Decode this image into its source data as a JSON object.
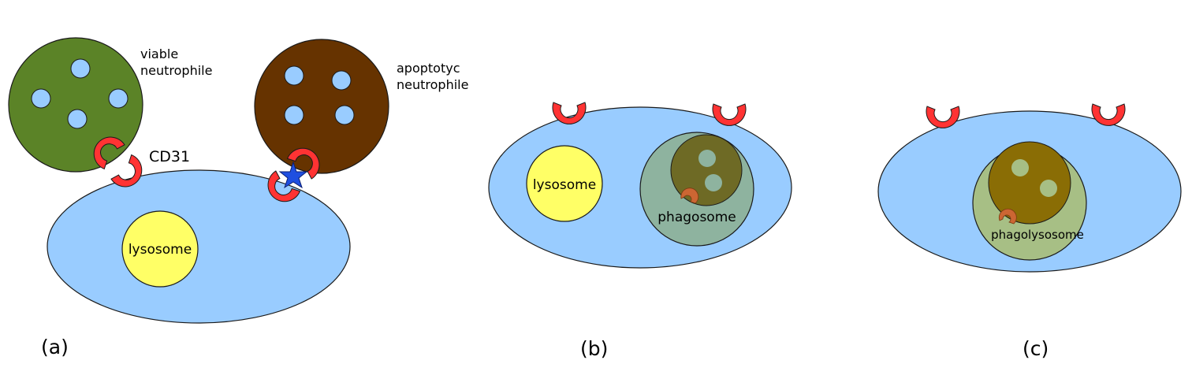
{
  "panels": {
    "a": {
      "letter": "(a)",
      "viable_line1": "viable",
      "viable_line2": "neutrophile",
      "apoptotic_line1": "apoptotyc",
      "apoptotic_line2": "neutrophile",
      "receptor_label": "CD31",
      "lysosome_label": "lysosome"
    },
    "b": {
      "letter": "(b)",
      "lysosome_label": "lysosome",
      "phagosome_label": "phagosome"
    },
    "c": {
      "letter": "(c)",
      "phagolysosome_label": "phagolysosome"
    }
  },
  "colors": {
    "macrophage": "#99ccff",
    "viable_neutrophil": "#5b8327",
    "apoptotic_neutrophil": "#663300",
    "granule": "#99ccff",
    "lysosome": "#ffff66",
    "receptor": "#ff3333",
    "phagosome": "#8eb39f",
    "phagolysosome": "#a7bf85",
    "engulfed_body_b": "#6e6a25",
    "engulfed_body_c": "#8a6d05",
    "signal_star": "#1f4fe0",
    "fragment": "#cc6633"
  }
}
